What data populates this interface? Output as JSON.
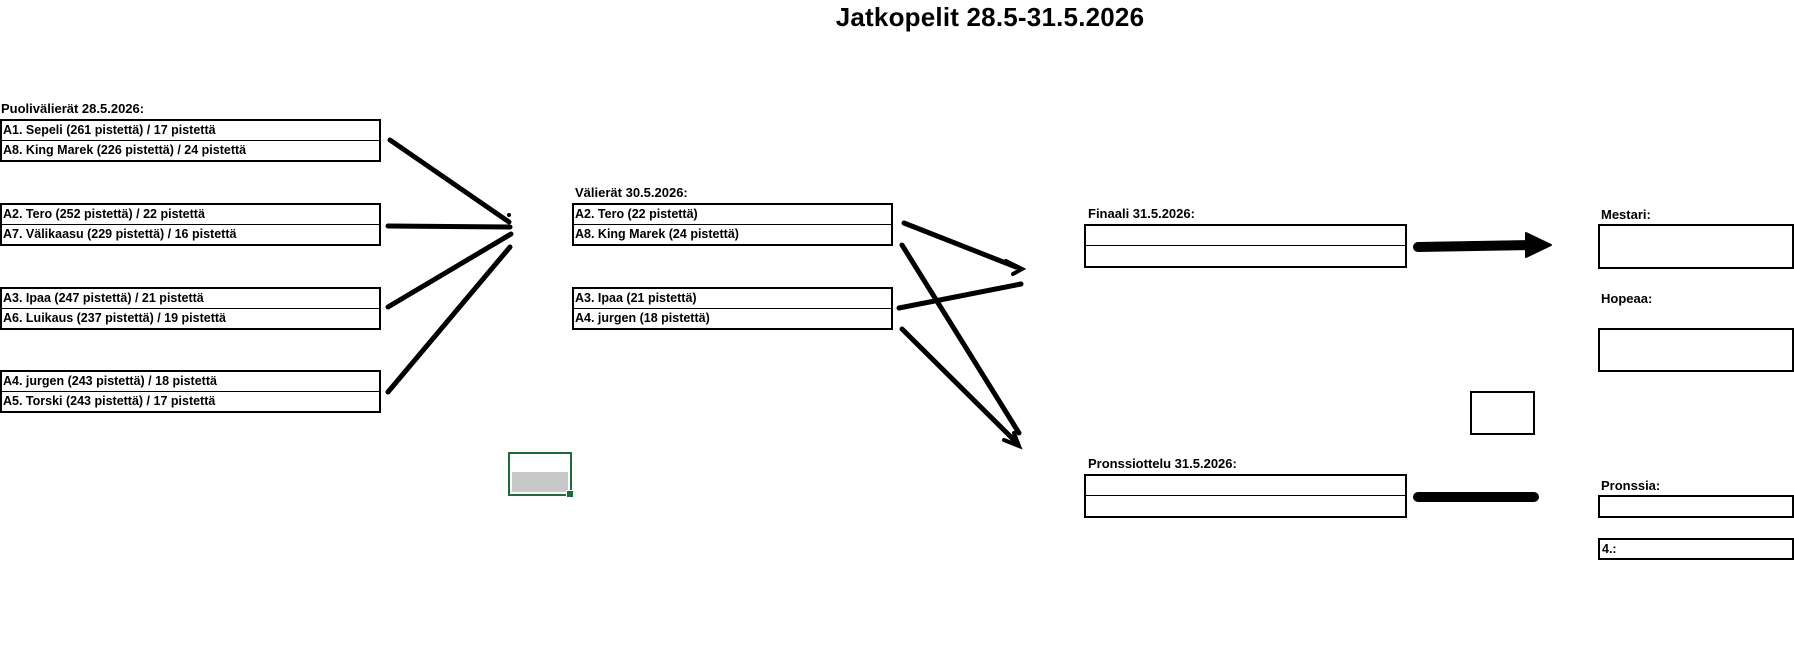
{
  "title": "Jatkopelit 28.5-31.5.2026",
  "quarterfinals": {
    "label": "Puolivälierät 28.5.2026:",
    "matches": [
      {
        "top": "A1. Sepeli (261 pistettä) / 17 pistettä",
        "bottom": "A8. King Marek (226 pistettä) / 24 pistettä"
      },
      {
        "top": "A2. Tero (252 pistettä) / 22 pistettä",
        "bottom": "A7. Välikaasu (229 pistettä) / 16 pistettä"
      },
      {
        "top": "A3. Ipaa (247 pistettä) / 21 pistettä",
        "bottom": "A6. Luikaus (237 pistettä) / 19 pistettä"
      },
      {
        "top": "A4. jurgen (243 pistettä) / 18 pistettä",
        "bottom": "A5. Torski (243 pistettä) / 17 pistettä"
      }
    ]
  },
  "semifinals": {
    "label": "Välierät 30.5.2026:",
    "matches": [
      {
        "top": "A2. Tero (22 pistettä)",
        "bottom": "A8. King Marek (24 pistettä)"
      },
      {
        "top": "A3. Ipaa (21 pistettä)",
        "bottom": "A4. jurgen (18 pistettä)"
      }
    ]
  },
  "final": {
    "label": "Finaali 31.5.2026:",
    "top": "",
    "bottom": ""
  },
  "bronze_match": {
    "label": "Pronssiottelu 31.5.2026:",
    "top": "",
    "bottom": ""
  },
  "results": {
    "champion_label": "Mestari:",
    "silver_label": "Hopeaa:",
    "bronze_label": "Pronssia:",
    "fourth_label": "4.:",
    "champion_value": "",
    "silver_value": "",
    "bronze_value": ""
  },
  "colors": {
    "selection_border": "#1e6b3c",
    "selection_fill": "#c8c8c8"
  }
}
